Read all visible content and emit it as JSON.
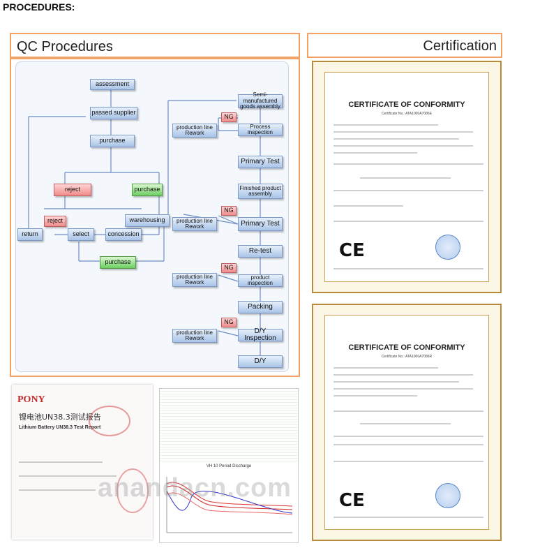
{
  "page_title": "PROCEDURES:",
  "qc_header": "QC Procedures",
  "cert_header": "Certification",
  "flow": {
    "assessment": "assessment",
    "passed_supplier": "passed supplier",
    "purchase": "purchase",
    "reject": "reject",
    "purchase_green": "purchase",
    "reject2": "reject",
    "return": "return",
    "select": "select",
    "concession": "concession",
    "purchase_bottom": "purchase",
    "warehousing": "warehousing",
    "semi": "Semi-manufactured goods assembly",
    "ng": "NG",
    "rework": "production line Rework",
    "process_inspection": "Process inspection",
    "primary_test": "Primary Test",
    "finished": "Finished product assembly",
    "primary_test2": "Primary Test",
    "retest": "Re-test",
    "product_inspection": "product inspection",
    "packing": "Packing",
    "dy_inspection": "D/Y Inspection",
    "dy": "D/Y"
  },
  "certificates": [
    {
      "title": "CERTIFICATE OF CONFORMITY",
      "number": "Certificate No.: ATA1000A7086E",
      "mark": "CE"
    },
    {
      "title": "CERTIFICATE OF CONFORMITY",
      "number": "Certificate No.: ATA1000A7086R",
      "mark": "CE"
    }
  ],
  "report": {
    "brand": "PONY",
    "title_cn": "锂电池UN38.3测试报告",
    "title_en": "Lithium Battery UN38.3 Test Report"
  },
  "sheet": {
    "chart_title": "VH 10 Period Discharge"
  },
  "watermark": "anandacn.com"
}
